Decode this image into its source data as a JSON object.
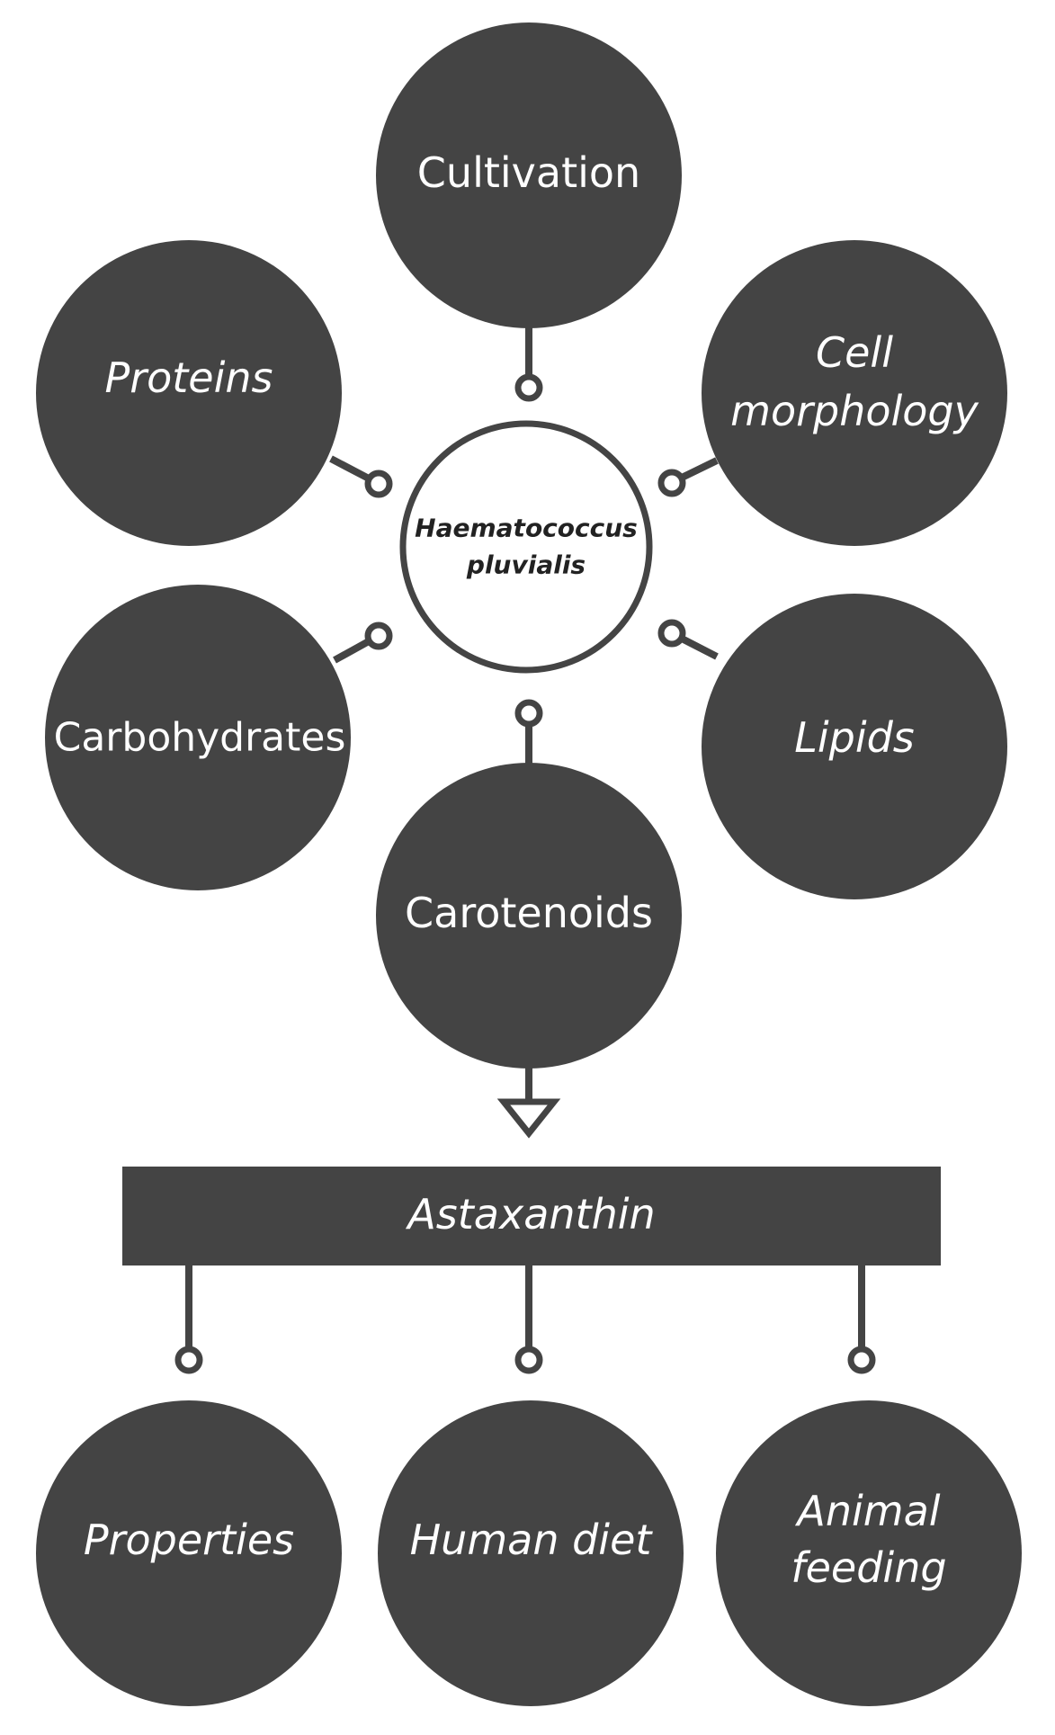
{
  "center": {
    "line1": "Haematococcus",
    "line2": "pluvialis"
  },
  "nodes": {
    "cultivation": "Cultivation",
    "proteins": "Proteins",
    "cell_morphology": {
      "line1": "Cell",
      "line2": "morphology"
    },
    "carbohydrates": "Carbohydrates",
    "lipids": "Lipids",
    "carotenoids": "Carotenoids"
  },
  "product_bar": "Astaxanthin",
  "applications": {
    "properties": "Properties",
    "human_diet": "Human diet",
    "animal_feeding": {
      "line1": "Animal",
      "line2": "feeding"
    }
  },
  "colors": {
    "node_fill": "#444444",
    "background": "#ffffff"
  }
}
